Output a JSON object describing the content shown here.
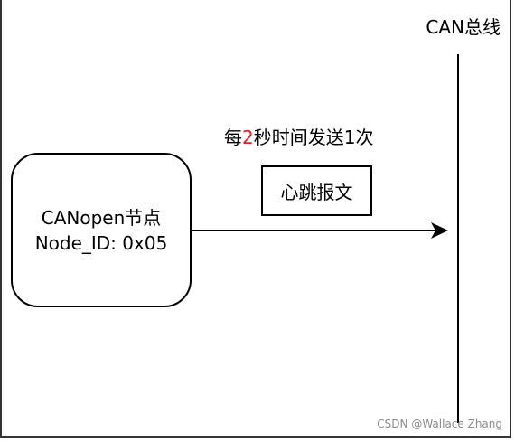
{
  "bus": {
    "label": "CAN总线"
  },
  "node": {
    "line1": "CANopen节点",
    "line2": "Node_ID: 0x05"
  },
  "rate": {
    "prefix": "每",
    "number": "2",
    "suffix": "秒时间发送1次"
  },
  "message": {
    "label": "心跳报文"
  },
  "watermark": {
    "text": "CSDN @Wallace Zhang"
  },
  "colors": {
    "line": "#000000",
    "highlight": "#e02020",
    "watermark": "#8a8a8a"
  }
}
